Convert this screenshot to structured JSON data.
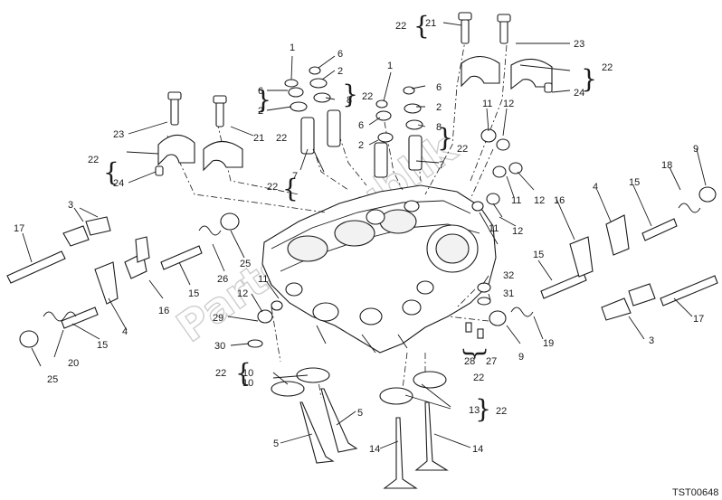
{
  "diagram": {
    "reference_code": "TST00648",
    "watermark": "PartsRepublik",
    "callouts": [
      "1",
      "2",
      "3",
      "4",
      "5",
      "6",
      "7",
      "8",
      "9",
      "10",
      "11",
      "12",
      "13",
      "14",
      "15",
      "16",
      "17",
      "18",
      "19",
      "20",
      "21",
      "22",
      "23",
      "24",
      "25",
      "26",
      "27",
      "28",
      "29",
      "30",
      "31",
      "32"
    ]
  }
}
